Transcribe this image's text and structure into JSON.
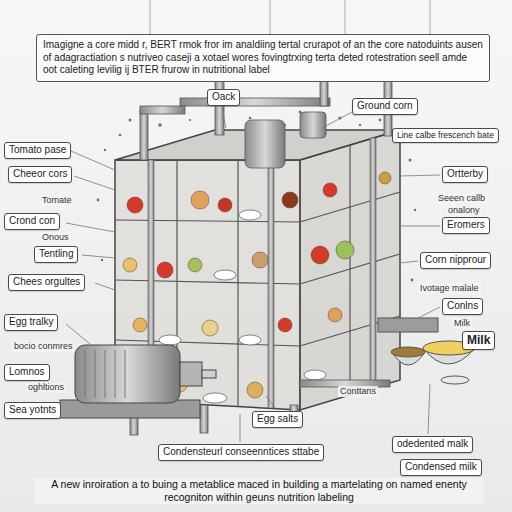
{
  "diagram": {
    "title": "Imagigne a core midd r, BERT rmok fror im analdiing tertal crurapot of an the core natoduints ausen of adagractiation s nutriveo caseji a xotael wores fovingtrxing terta deted rotestration seell amde oot caleting levilig ij BTER frurow in nutritional label",
    "caption": "A new inroiration a to buing a metablice maced in building a martelating on named enenty recogniton within geuns nutrition labeling",
    "nodes": [
      {
        "text": [
          "Oack"
        ]
      },
      {
        "text": [
          "Ground corn"
        ]
      },
      {
        "text": [
          "Line calbe frescench bate"
        ]
      },
      {
        "text": [
          "Tomato pase"
        ]
      },
      {
        "text": [
          "Cheeor cors"
        ]
      },
      {
        "text": [
          "Ortterby"
        ]
      },
      {
        "text": [
          "Crond con"
        ]
      },
      {
        "text": [
          "Eromers"
        ]
      },
      {
        "text": [
          "Tentling"
        ]
      },
      {
        "text": [
          "Corn nipprour"
        ]
      },
      {
        "text": [
          "Chees orgultes"
        ]
      },
      {
        "text": [
          "Conlns"
        ]
      },
      {
        "text": [
          "Egg tralky"
        ]
      },
      {
        "text": [
          "MiIk"
        ]
      },
      {
        "text": [
          "Lomnos"
        ]
      },
      {
        "text": [
          "Sea yotnts"
        ]
      },
      {
        "text": [
          "Egg salts"
        ]
      },
      {
        "text": [
          "odedented malk"
        ]
      },
      {
        "text": [
          "Condensteurl conseenntices sttabe"
        ]
      },
      {
        "text": [
          "Condensed milk"
        ]
      }
    ],
    "labels": [
      "Tomate",
      "Seeen callb",
      "onalony",
      "Onous",
      "Ivotage malale",
      "Milk",
      "bocio conmres",
      "oghltions",
      "Conttans"
    ]
  }
}
